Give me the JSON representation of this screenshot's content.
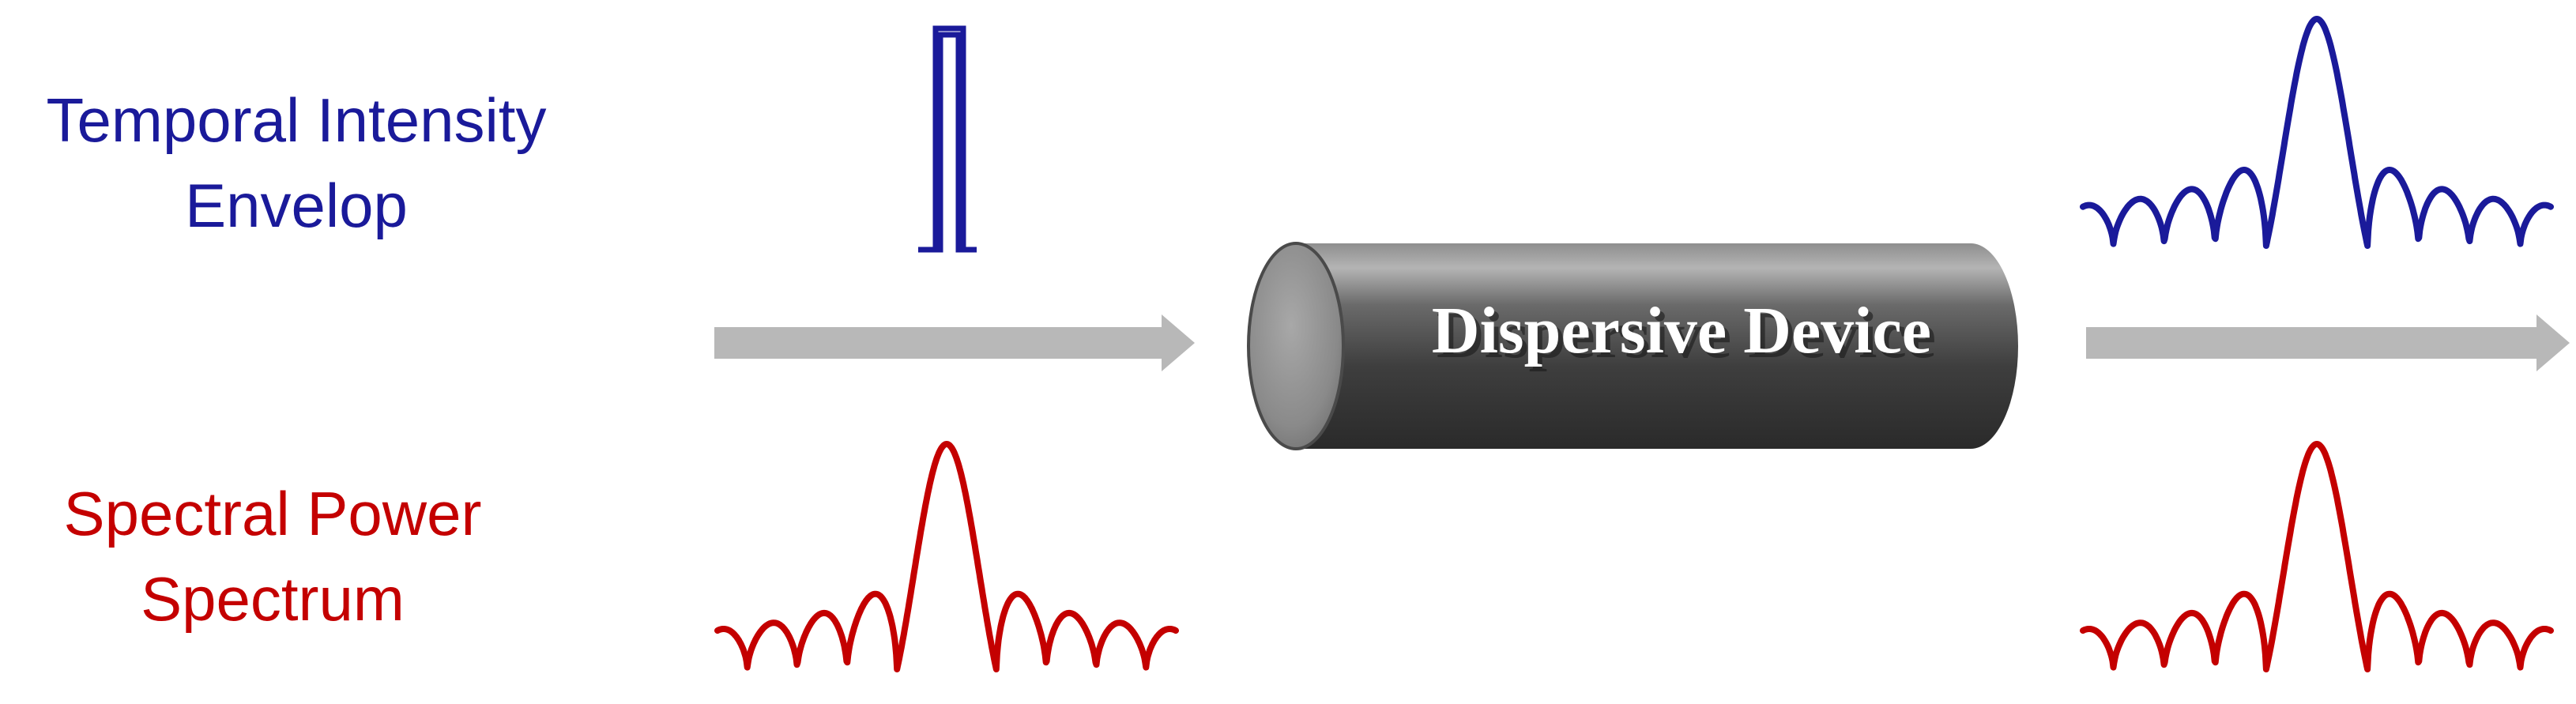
{
  "colors": {
    "temporal": "#1a1a9a",
    "spectral": "#c40000",
    "arrow": "#b8b8b8",
    "device_dark": "#3c3c3c",
    "device_light": "#9a9a9a",
    "device_text": "#ffffff"
  },
  "labels": {
    "temporal": [
      "Temporal Intensity",
      "Envelop"
    ],
    "spectral": [
      "Spectral Power",
      "Spectrum"
    ]
  },
  "device": {
    "label": "Dispersive Device"
  },
  "signals": {
    "input_temporal": "rectangular-pulse",
    "input_spectral": "sinc-squared",
    "output_temporal": "sinc-squared",
    "output_spectral": "sinc-squared"
  },
  "icons": {
    "input_arrow": "right-arrow-icon",
    "output_arrow": "right-arrow-icon"
  }
}
